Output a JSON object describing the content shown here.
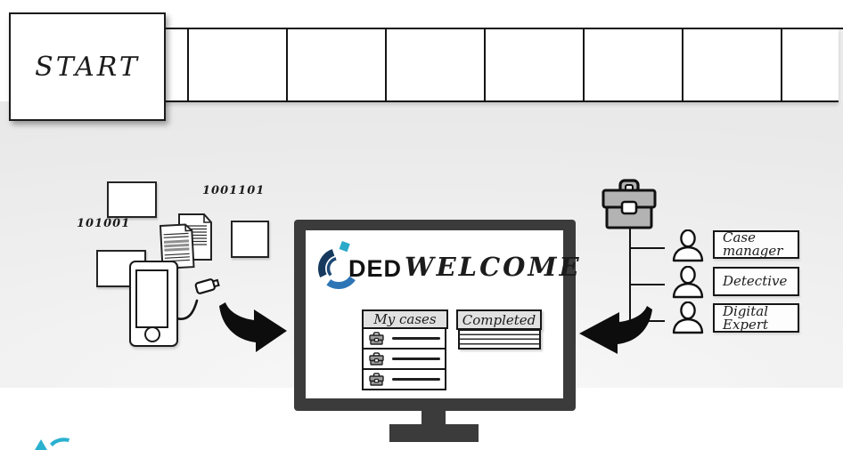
{
  "scene": {
    "type": "whiteboard-explainer-frame",
    "start_label": "START"
  },
  "left_cluster": {
    "binary_top": "1001101",
    "binary_left": "101001"
  },
  "monitor": {
    "brand": "DED",
    "headline": "WELCOME",
    "tabs": [
      {
        "label": "My cases",
        "case_rows": 3
      },
      {
        "label": "Completed",
        "list_lines": 4
      }
    ]
  },
  "team": {
    "members": [
      {
        "role": "Case manager"
      },
      {
        "role": "Detective"
      },
      {
        "role": "Digital Expert"
      }
    ]
  },
  "icons": {
    "ded_logo": "ded-logo-icon",
    "briefcase": "briefcase-icon",
    "mini_briefcase": "briefcase-mini-icon",
    "person": "person-icon",
    "smartphone": "smartphone-icon",
    "usb_cable": "usb-cable-icon",
    "documents": "documents-icon",
    "photo_cards": "photo-card",
    "filmstrip": "filmstrip",
    "arrow_toward_monitor_left": "arrow-right-icon",
    "arrow_toward_monitor_right": "arrow-left-icon",
    "watermark": "videoscribe-watermark-icon"
  },
  "colors": {
    "ink": "#1a1a1a",
    "logo_teal": "#2aa9c9",
    "logo_navy": "#17395e",
    "logo_blue": "#2e75b6",
    "monitor_frame": "#3b3b3b",
    "briefcase_gray": "#b3b3b3",
    "tab_header_gray": "#e1e1e1",
    "band_gray": "#ededed",
    "watermark_teal": "#2ab1cf"
  }
}
